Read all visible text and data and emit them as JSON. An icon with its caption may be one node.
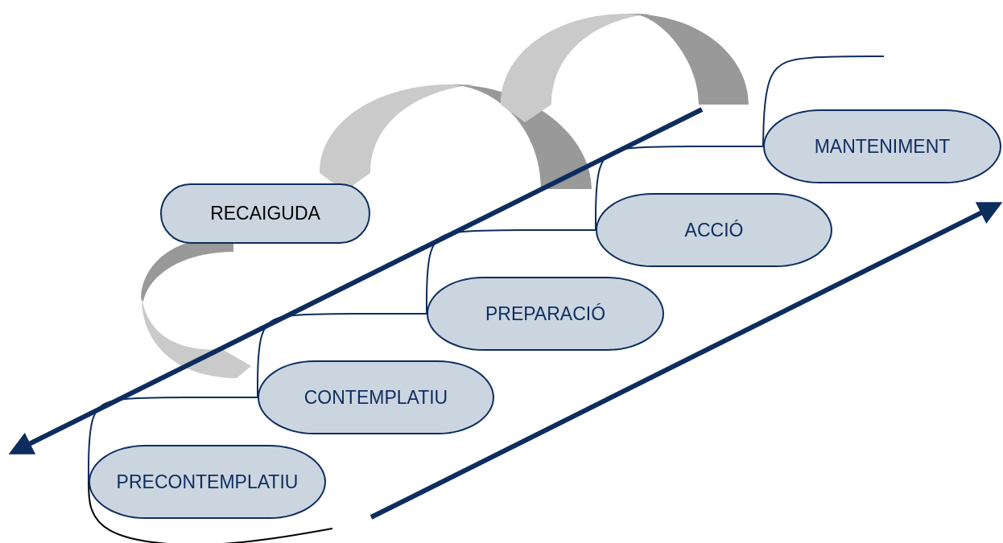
{
  "diagram": {
    "nodes": [
      {
        "text": [
          "MANTENIMENT"
        ]
      },
      {
        "text": [
          "RECAIGUDA"
        ]
      },
      {
        "text": [
          "ACCIÓ"
        ]
      },
      {
        "text": [
          "PREPARACIÓ"
        ]
      },
      {
        "text": [
          "CONTEMPLATIU"
        ]
      },
      {
        "text": [
          "PRECONTEMPLATIU"
        ]
      }
    ],
    "edges": [
      {
        "from": 5,
        "to": 4,
        "arrow": "none"
      },
      {
        "from": 4,
        "to": 3,
        "arrow": "none"
      },
      {
        "from": 3,
        "to": 2,
        "arrow": "none"
      },
      {
        "from": 2,
        "to": 0,
        "arrow": "none"
      },
      {
        "from": 0,
        "to": null,
        "arrow": "none"
      },
      {
        "from": 5,
        "to": null,
        "arrow": "none",
        "color": "#000000"
      }
    ]
  }
}
